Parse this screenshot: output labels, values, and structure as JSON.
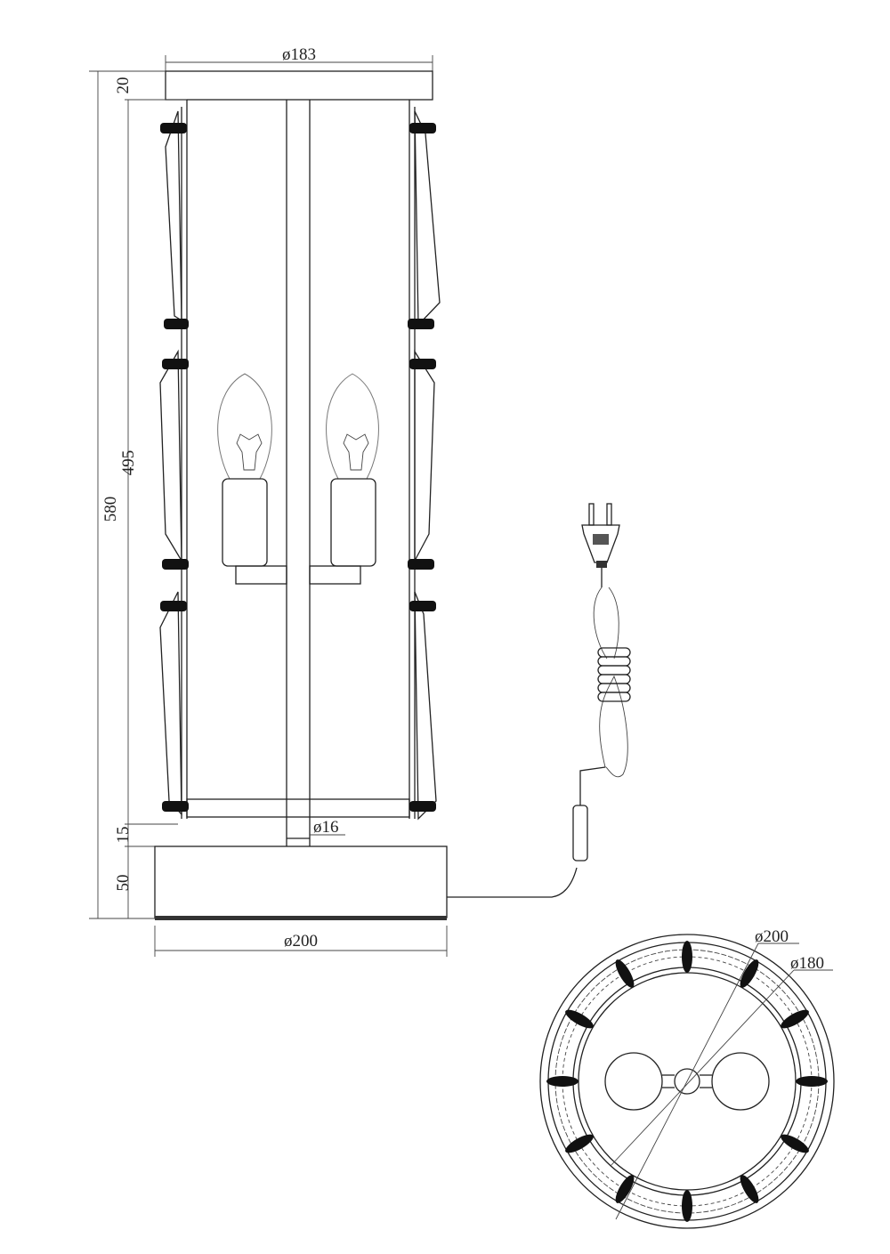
{
  "drawing": {
    "subject": "Table lamp technical drawing",
    "side_view": {
      "dimensions": {
        "top_width": "ø183",
        "top_height": "20",
        "body_height": "495",
        "total_height": "580",
        "stem_gap": "15",
        "stem_diameter": "ø16",
        "base_height": "50",
        "base_width": "ø200"
      },
      "bulb_count": 2,
      "crystal_panel_rows": 3
    },
    "top_view": {
      "dimensions": {
        "outer_diameter": "ø200",
        "inner_diameter": "ø180"
      },
      "crystal_count": 12
    },
    "accessories": {
      "cord": "power cord with inline switch",
      "plug": "two-pin plug"
    }
  }
}
